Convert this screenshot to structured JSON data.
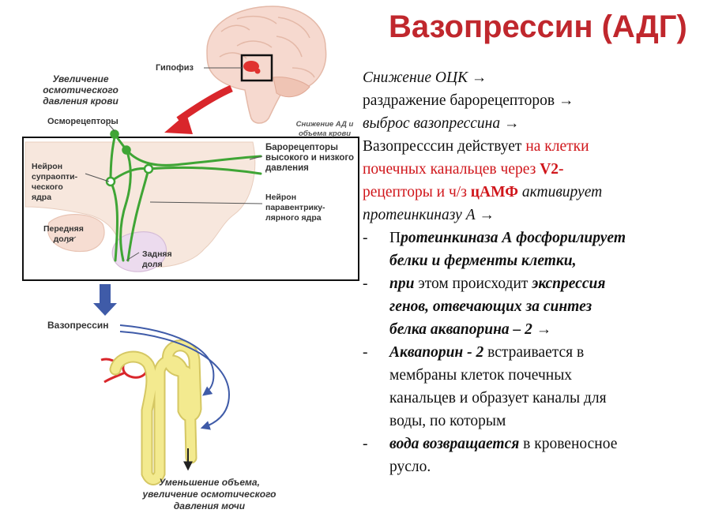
{
  "title": "Вазопрессин (АДГ)",
  "diagram": {
    "pituitary_label": "Гипофиз",
    "osmotic_increase": [
      "Увеличение",
      "осмотического",
      "давления крови"
    ],
    "osmoreceptors": "Осморецепторы",
    "bp_drop": [
      "Снижение АД и",
      "объема крови"
    ],
    "baroreceptors": [
      "Барорецепторы",
      "высокого и низкого",
      "давления"
    ],
    "supraoptic_neuron": [
      "Нейрон",
      "супраопти-",
      "ческого",
      "ядра"
    ],
    "paraventricular_neuron": [
      "Нейрон",
      "паравентрику-",
      "лярного ядра"
    ],
    "anterior_lobe": [
      "Передняя",
      "доля"
    ],
    "posterior_lobe": [
      "Задняя",
      "доля"
    ],
    "vasopressin": "Вазопрессин",
    "urine_result": [
      "Уменьшение объема,",
      "увеличение осмотического",
      "давления мочи"
    ]
  },
  "text": {
    "l1": "Снижение ОЦК →",
    "l2": "раздражение барорецепторов →",
    "l3": "выброс вазопрессина  →",
    "l4a": "Вазопресссин действует ",
    "l4b": "на клетки",
    "l5a": "почечных канальцев через ",
    "l5b": "V2-",
    "l6a": "рецепторы и ч/з ",
    "l6b": "цАМФ",
    "l6c": " активирует",
    "l7": "протеинкиназу А  →",
    "dash": "-",
    "b1_l1a": "П",
    "b1_l1b": "ротеинкиназа А фосфорилирует",
    "b1_l2": "белки и ферменты клетки,",
    "b2_l1a": "при",
    "b2_l1b": " этом происходит ",
    "b2_l1c": "экспрессия",
    "b2_l2": "генов, отвечающих за синтез",
    "b2_l3": "белка аквапорина – 2  →",
    "b3_l1a": "Аквапорин - 2",
    "b3_l1b": " встраивается в",
    "b3_l2": "мембраны клеток почечных",
    "b3_l3": "канальцев и образует каналы для",
    "b3_l4": "воды, по которым",
    "b4_l1a": "вода возвращается",
    "b4_l1b": " в кровеносное",
    "b4_l2": "русло."
  },
  "colors": {
    "title": "#c0272d",
    "highlight": "#d0161b",
    "nerve": "#3fa535",
    "tubule": "#f3ea8f",
    "arrow_red": "#d9262b",
    "arrow_blue": "#3f5ba8"
  }
}
